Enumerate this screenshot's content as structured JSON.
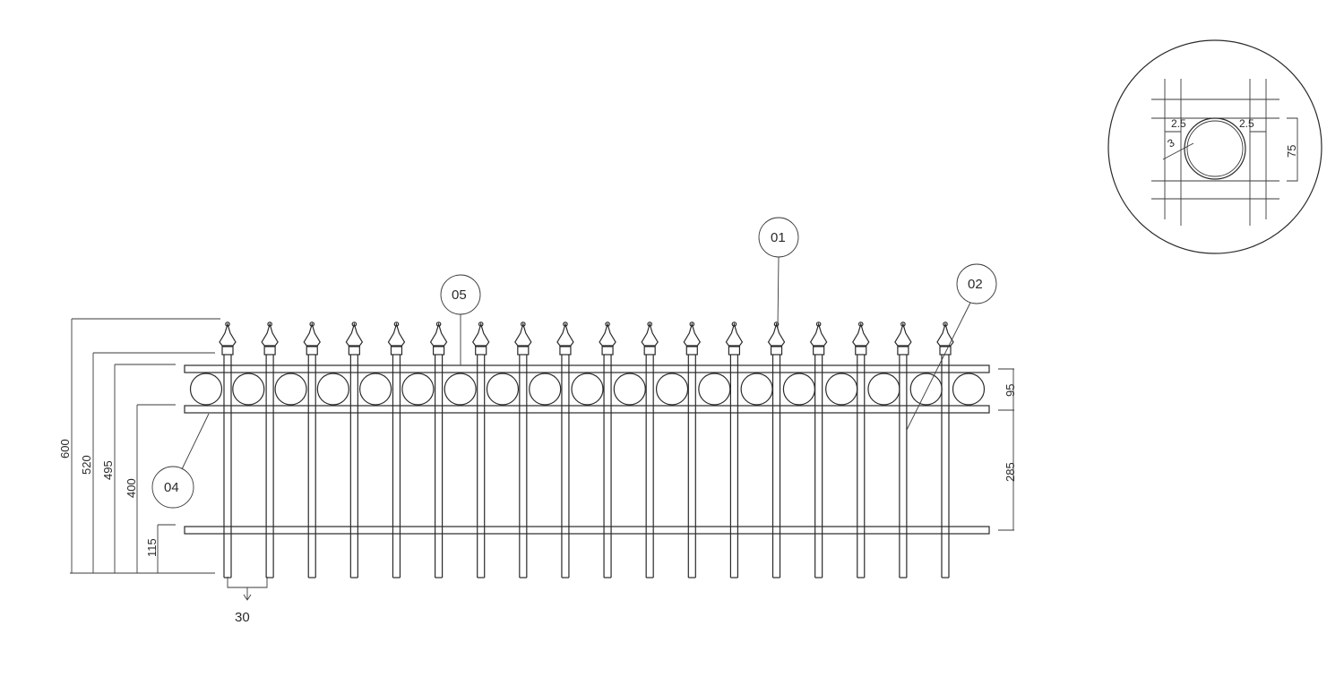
{
  "drawing": {
    "type": "fence panel elevation with detail",
    "colors": {
      "line": "#2a2a2a",
      "background": "#ffffff"
    },
    "picket_count": 18,
    "ring_count": 19,
    "dimensions_left": [
      {
        "label": "600",
        "meaning": "overall height to spear tip"
      },
      {
        "label": "520",
        "meaning": "height to spear collar"
      },
      {
        "label": "495",
        "meaning": "height to top rail"
      },
      {
        "label": "400",
        "meaning": "height to middle rail"
      },
      {
        "label": "115",
        "meaning": "height to bottom rail"
      }
    ],
    "dimensions_right": [
      {
        "label": "95",
        "meaning": "ring band height"
      },
      {
        "label": "285",
        "meaning": "middle to bottom rail spacing"
      }
    ],
    "dimension_bottom": {
      "label": "30",
      "meaning": "picket spacing reference"
    },
    "callouts": [
      {
        "id": "01",
        "target": "spear finial"
      },
      {
        "id": "02",
        "target": "picket"
      },
      {
        "id": "04",
        "target": "middle rail"
      },
      {
        "id": "05",
        "target": "top rail"
      }
    ],
    "detail": {
      "labels": {
        "gap_left": "2.5",
        "gap_right": "2.5",
        "weld": "3",
        "height": "75"
      }
    }
  }
}
